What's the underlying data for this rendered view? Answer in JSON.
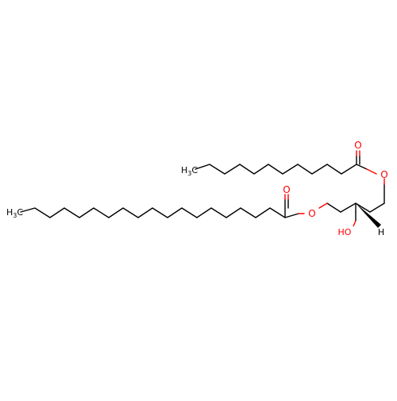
{
  "molecule": {
    "labels": {
      "upper_methyl": {
        "main": "H",
        "sub": "3",
        "tail": "C"
      },
      "lower_methyl": {
        "main": "H",
        "sub": "3",
        "tail": "C"
      },
      "carbonyl_o_upper": "O",
      "ester_o_upper": "O",
      "carbonyl_o_lower": "O",
      "ester_o_lower": "O",
      "hydroxyl": "HO",
      "stereo_h": "H"
    },
    "colors": {
      "bond": "#000000",
      "oxygen": "#ff0000",
      "carbon_label": "#000000"
    }
  }
}
